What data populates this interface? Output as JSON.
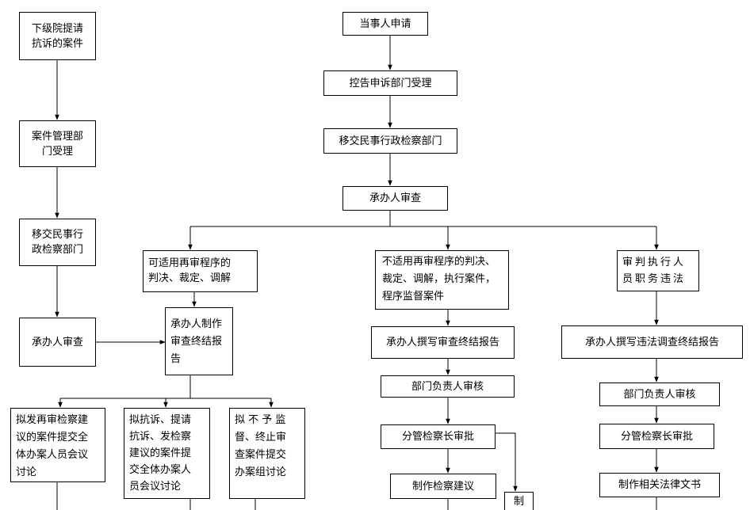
{
  "nodes": {
    "lower_court": "下级院提请\n抗诉的案件",
    "case_mgmt": "案件管理部\n门受理",
    "transfer_left": "移交民事行\n政检察部门",
    "handler_review_left": "承办人审查",
    "party_apply": "当事人申请",
    "complaint_dept": "控告申诉部门受理",
    "transfer_top": "移交民事行政检察部门",
    "handler_review": "承办人审查",
    "retrial_applicable": "可适用再审程序的\n判决、裁定、调解",
    "handler_make_report": "承办人制作\n审查终结报\n告",
    "proposal_retrial": "拟发再审检察建\n议的案件提交全\n体办案人员会议\n讨论",
    "proposal_protest": "拟抗诉、提请\n抗诉、发检察\n建议的案件提\n交全体办案人\n员会议讨论",
    "proposal_no_supervision": "拟 不 予 监\n督、终止审\n查案件提交\n办案组讨论",
    "not_applicable": "不适用再审程序的判决、\n裁定、调解，执行案件，\n程序监督案件",
    "handler_write_report": "承办人撰写审查终结报告",
    "dept_head_review_mid": "部门负责人审核",
    "deputy_approve_mid": "分管检察长审批",
    "make_proposal": "制作检察建议",
    "make_partial": "制",
    "judge_violation": "审判执行人\n员职务违法",
    "handler_write_violation_report": "承办人撰写违法调查终结报告",
    "dept_head_review_right": "部门负责人审核",
    "deputy_approve_right": "分管检察长审批",
    "make_legal_docs": "制作相关法律文书"
  }
}
